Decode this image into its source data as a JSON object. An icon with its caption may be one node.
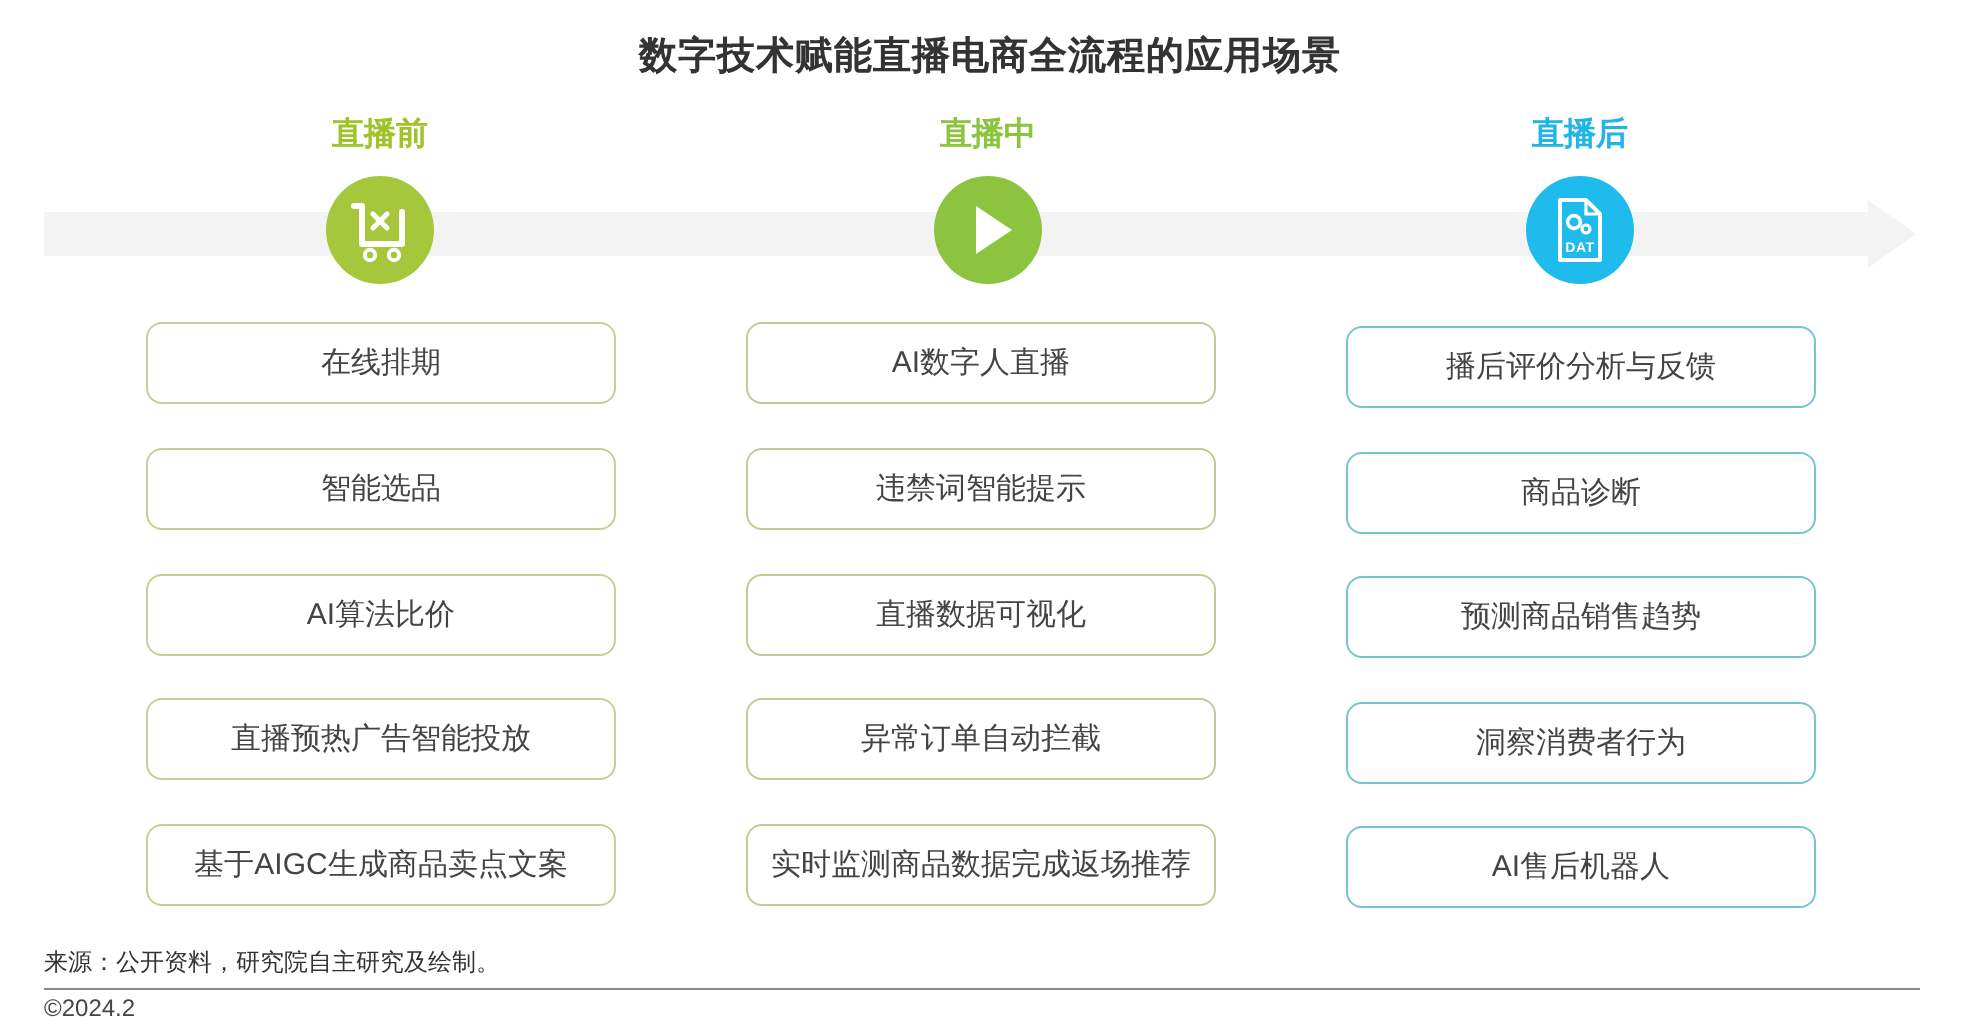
{
  "diagram": {
    "title": "数字技术赋能直播电商全流程的应用场景",
    "nodes": [
      {
        "text": [
          "直播前"
        ]
      },
      {
        "text": [
          "在线排期"
        ]
      },
      {
        "text": [
          "智能选品"
        ]
      },
      {
        "text": [
          "AI算法比价"
        ]
      },
      {
        "text": [
          "直播预热广告智能投放"
        ]
      },
      {
        "text": [
          "基于AIGC生成商品卖点文案"
        ]
      },
      {
        "text": [
          "直播中"
        ]
      },
      {
        "text": [
          "AI数字人直播"
        ]
      },
      {
        "text": [
          "违禁词智能提示"
        ]
      },
      {
        "text": [
          "直播数据可视化"
        ]
      },
      {
        "text": [
          "异常订单自动拦截"
        ]
      },
      {
        "text": [
          "实时监测商品数据完成返场推荐"
        ]
      },
      {
        "text": [
          "直播后"
        ]
      },
      {
        "text": [
          "播后评价分析与反馈"
        ]
      },
      {
        "text": [
          "商品诊断"
        ]
      },
      {
        "text": [
          "预测商品销售趋势"
        ]
      },
      {
        "text": [
          "洞察消费者行为"
        ]
      },
      {
        "text": [
          "AI售后机器人"
        ]
      }
    ],
    "labels": [
      "DAT",
      "来源：公开资料，研究院自主研究及绘制。",
      "©2024.2"
    ]
  }
}
